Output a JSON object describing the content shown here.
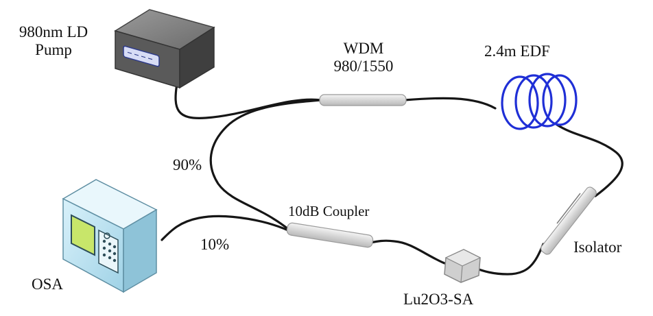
{
  "labels": {
    "pump_line1": "980nm LD",
    "pump_line2": "Pump",
    "wdm_line1": "WDM",
    "wdm_line2": "980/1550",
    "edf": "2.4m EDF",
    "ratio_90": "90%",
    "coupler": "10dB Coupler",
    "ratio_10": "10%",
    "osa": "OSA",
    "isolator": "Isolator",
    "sa": "Lu2O3-SA"
  },
  "colors": {
    "fiber": "#161616",
    "edf_coil": "#1f2fd6",
    "pump_body": "#6e6e6e",
    "osa_body": "#bfe3f0",
    "component_tube": "#dcdcdc"
  },
  "icons": {
    "pump": "laser-diode-pump-icon",
    "osa": "optical-spectrum-analyzer-icon",
    "wdm": "wdm-coupler-icon",
    "edf": "fiber-coil-icon",
    "isolator": "isolator-icon",
    "coupler": "fiber-coupler-icon",
    "sa": "saturable-absorber-icon"
  }
}
